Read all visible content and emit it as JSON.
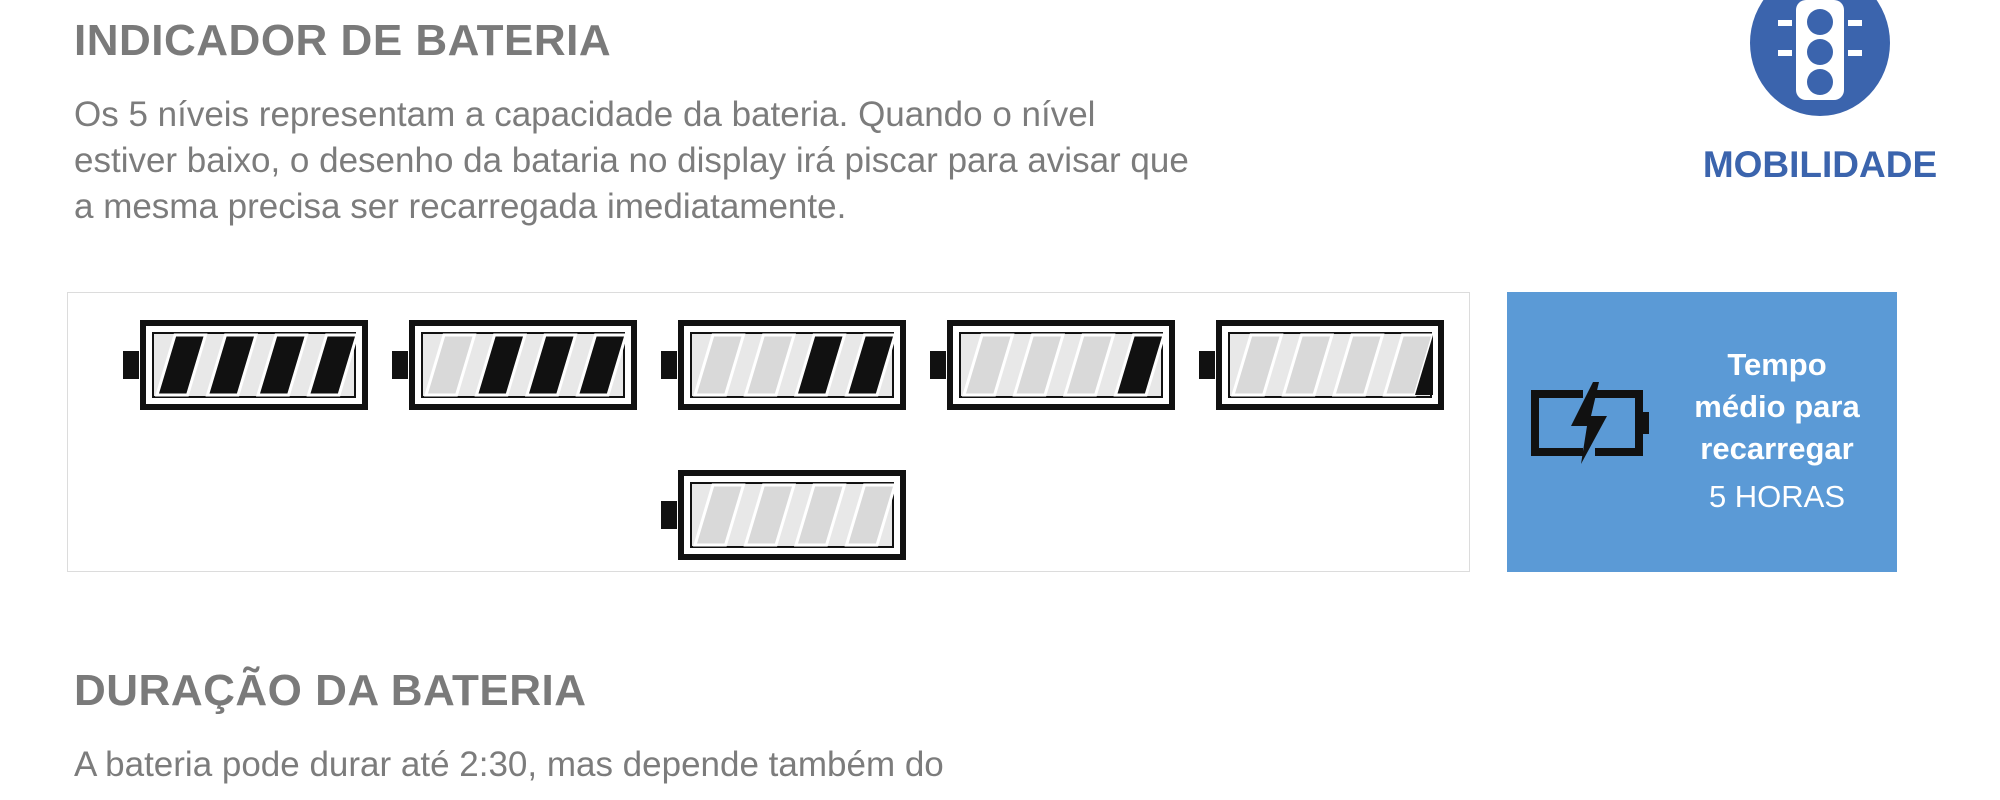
{
  "section1": {
    "title": "INDICADOR DE BATERIA",
    "description": "Os 5 níveis representam a capacidade da bateria. Quando o nível estiver baixo, o desenho da bataria no display irá piscar para avisar que a mesma precisa ser recarregada imediatamente."
  },
  "logo": {
    "label": "MOBILIDADE",
    "icon": "traffic-light-icon",
    "color": "#3b64ad"
  },
  "battery_levels": [
    {
      "filled_segments": 4,
      "total_segments": 4
    },
    {
      "filled_segments": 3,
      "total_segments": 4
    },
    {
      "filled_segments": 2,
      "total_segments": 4
    },
    {
      "filled_segments": 1,
      "total_segments": 4
    },
    {
      "filled_segments": 0.5,
      "total_segments": 4
    },
    {
      "filled_segments": 0,
      "total_segments": 4
    }
  ],
  "recharge": {
    "line1": "Tempo",
    "line2": "médio para",
    "line3": "recarregar",
    "hours": "5 HORAS",
    "icon": "charging-battery-icon",
    "background": "#5b9ad6"
  },
  "section2": {
    "title": "DURAÇÃO DA BATERIA",
    "description": "A bateria pode durar até 2:30, mas depende também do"
  }
}
